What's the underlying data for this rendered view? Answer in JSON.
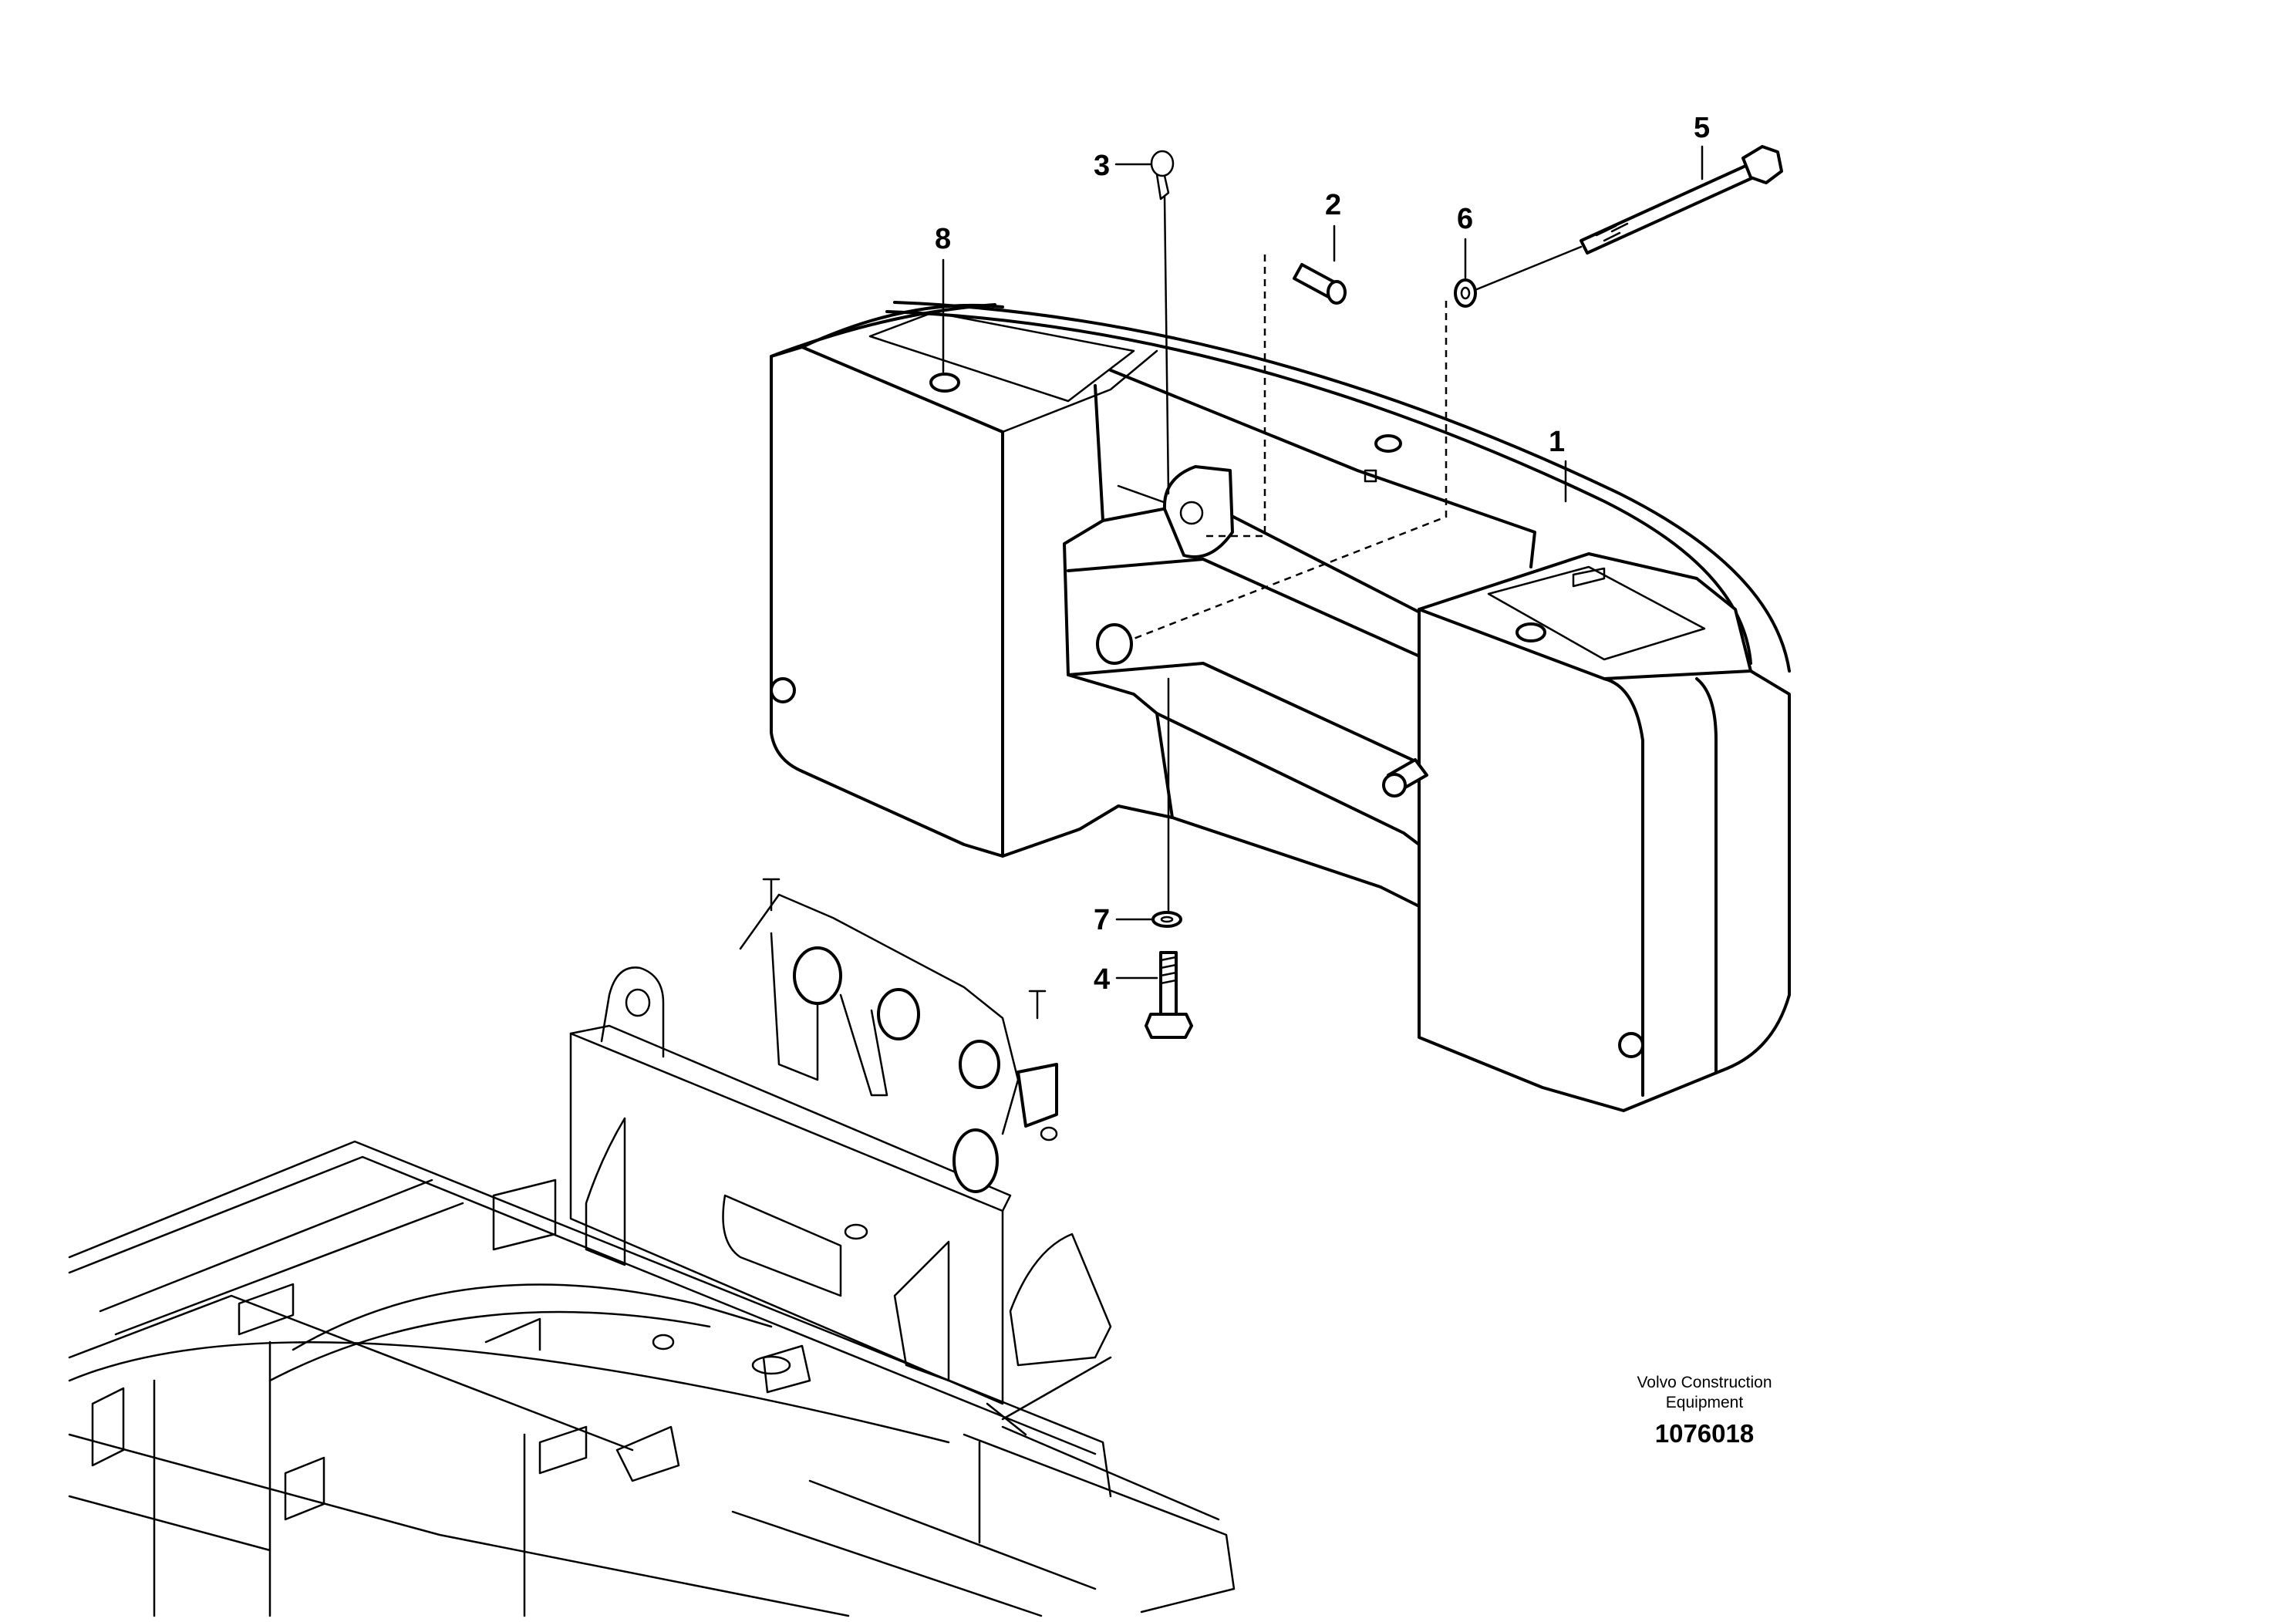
{
  "diagram": {
    "callouts": [
      "1",
      "2",
      "3",
      "4",
      "5",
      "6",
      "7",
      "8"
    ]
  },
  "credit": {
    "company_line1": "Volvo Construction",
    "company_line2": "Equipment",
    "drawing_number": "1076018"
  }
}
